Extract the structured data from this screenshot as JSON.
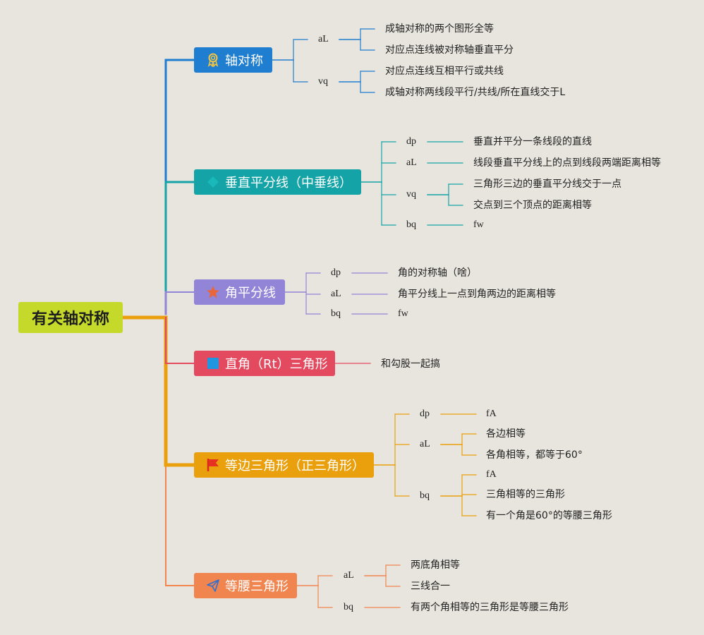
{
  "root": {
    "label": "有关轴对称"
  },
  "branches": [
    {
      "label": "轴对称",
      "color": "#1f7ed0",
      "icon": "award-ribbon-icon",
      "groups": [
        {
          "label": "aL",
          "items": [
            "成轴对称的两个图形全等",
            "对应点连线被对称轴垂直平分"
          ]
        },
        {
          "label": "vq",
          "items": [
            "对应点连线互相平行或共线",
            "成轴对称两线段平行/共线/所在直线交于L"
          ]
        }
      ]
    },
    {
      "label": "垂直平分线（中垂线）",
      "color": "#14a3a6",
      "icon": "diamond-icon",
      "groups": [
        {
          "label": "dp",
          "items": [
            "垂直并平分一条线段的直线"
          ]
        },
        {
          "label": "aL",
          "items": [
            "线段垂直平分线上的点到线段两端距离相等"
          ]
        },
        {
          "label": "vq",
          "items": [
            "三角形三边的垂直平分线交于一点",
            "交点到三个顶点的距离相等"
          ]
        },
        {
          "label": "bq",
          "items": [
            "fw"
          ]
        }
      ]
    },
    {
      "label": "角平分线",
      "color": "#9285d7",
      "icon": "star-icon",
      "groups": [
        {
          "label": "dp",
          "items": [
            "角的对称轴（啥）"
          ]
        },
        {
          "label": "aL",
          "items": [
            "角平分线上一点到角两边的距离相等"
          ]
        },
        {
          "label": "bq",
          "items": [
            "fw"
          ]
        }
      ]
    },
    {
      "label": "直角（Rt）三角形",
      "color": "#e3495f",
      "icon": "square-icon",
      "leaf": "和勾股一起搞"
    },
    {
      "label": "等边三角形（正三角形）",
      "color": "#eaa00c",
      "icon": "flag-icon",
      "groups": [
        {
          "label": "dp",
          "items": [
            "fA"
          ]
        },
        {
          "label": "aL",
          "items": [
            "各边相等",
            "各角相等，都等于60°"
          ]
        },
        {
          "label": "bq",
          "items": [
            "fA",
            "三角相等的三角形",
            "有一个角是60°的等腰三角形"
          ]
        }
      ]
    },
    {
      "label": "等腰三角形",
      "color": "#f08550",
      "icon": "paper-plane-icon",
      "groups": [
        {
          "label": "aL",
          "items": [
            "两底角相等",
            "三线合一"
          ]
        },
        {
          "label": "bq",
          "items": [
            "有两个角相等的三角形是等腰三角形"
          ]
        }
      ]
    }
  ]
}
